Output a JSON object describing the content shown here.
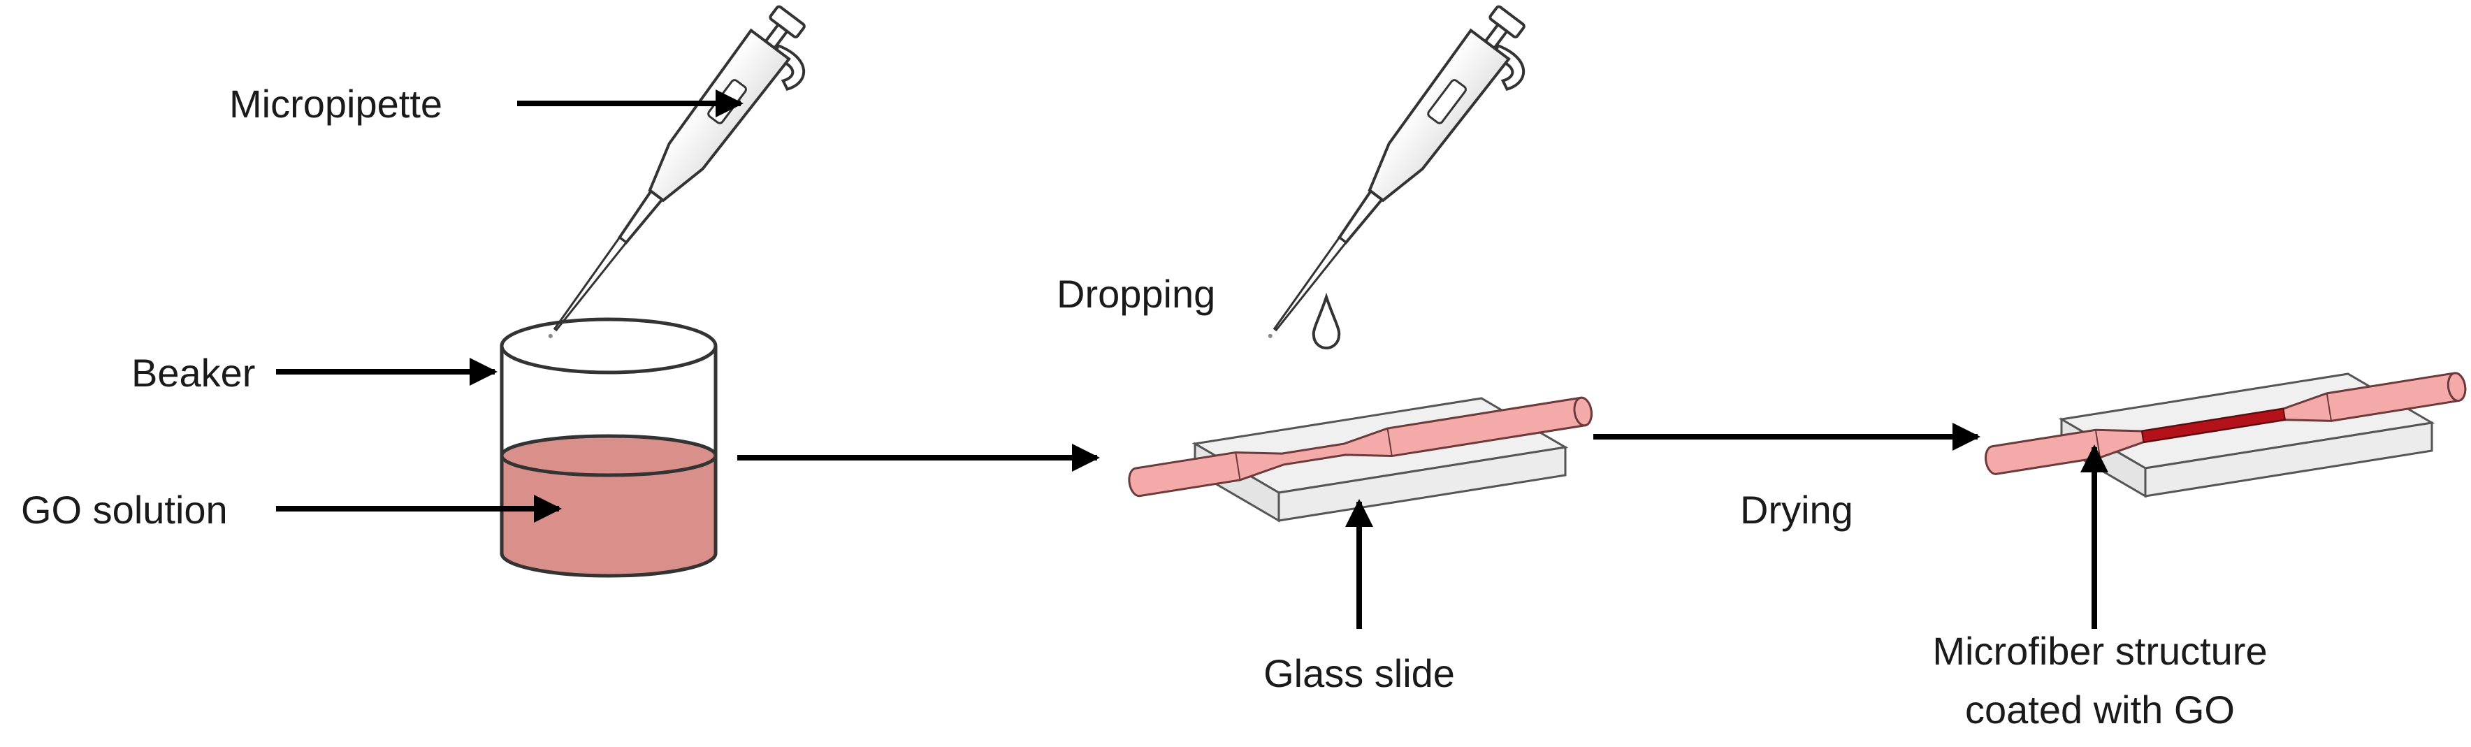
{
  "labels": {
    "micropipette": "Micropipette",
    "beaker": "Beaker",
    "go_solution": "GO solution",
    "dropping": "Dropping",
    "drying": "Drying",
    "glass_slide": "Glass slide",
    "microfiber_line1": "Microfiber structure",
    "microfiber_line2": "coated with GO"
  },
  "colors": {
    "solution": "#d98f8a",
    "fiber": "#f4aaa8",
    "fiber_coated": "#b3121a",
    "slide": "#f0f0f0",
    "outline": "#333333",
    "arrow": "#000000"
  }
}
